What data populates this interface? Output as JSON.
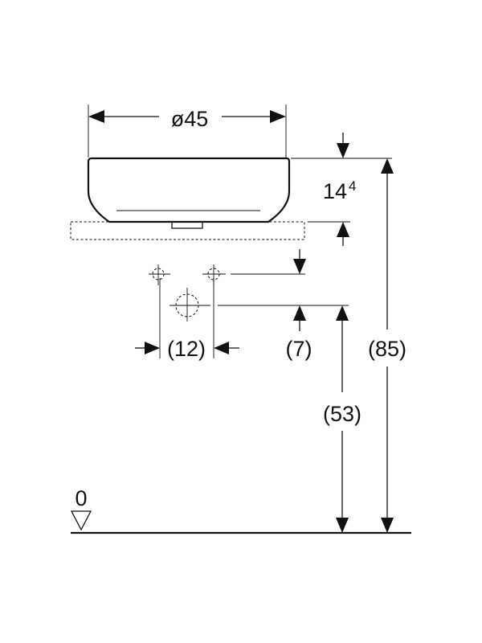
{
  "dimensions": {
    "diameter": "ø45",
    "bowl_height_main": "14",
    "bowl_height_sup": "4",
    "total_height": "(85)",
    "drain_height": "(53)",
    "valve_offset": "(7)",
    "valve_spacing": "(12)",
    "floor_level": "0"
  },
  "colors": {
    "line": "#111111",
    "background": "#ffffff"
  }
}
